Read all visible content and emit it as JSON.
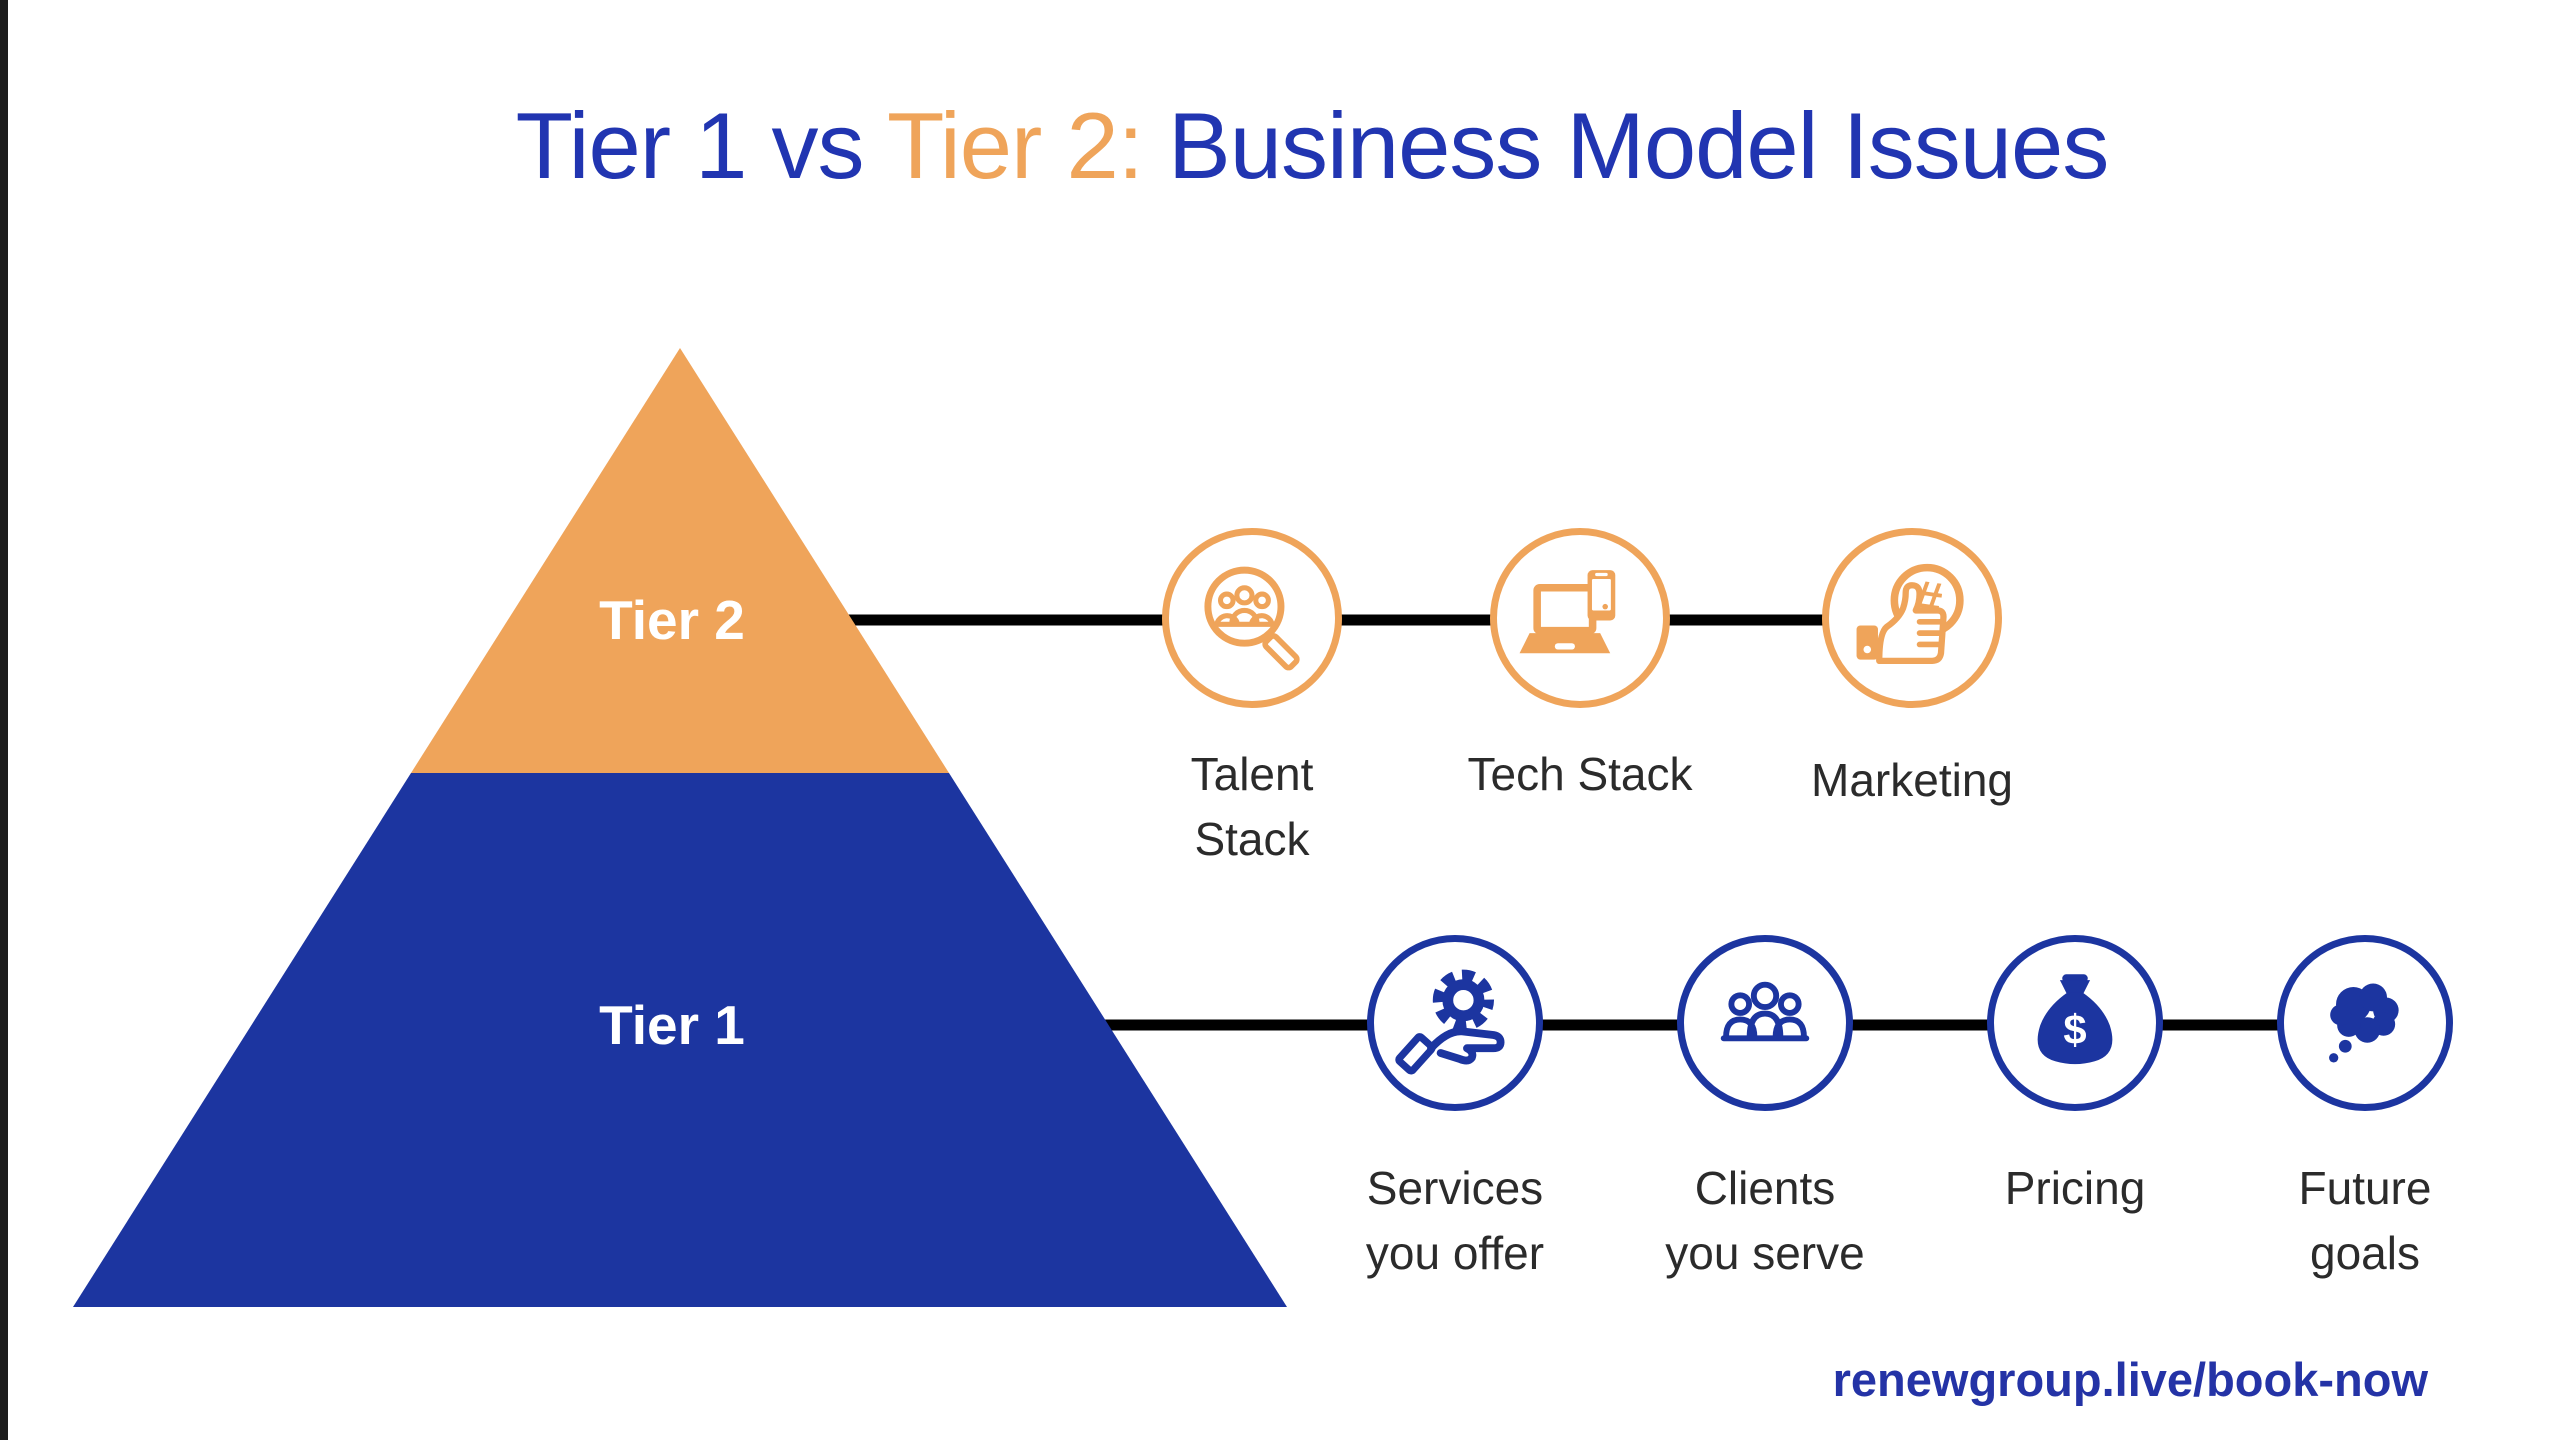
{
  "title": {
    "blue_prefix": "Tier 1 vs ",
    "orange_segment": "Tier 2:",
    "blue_suffix": " Business Model Issues"
  },
  "pyramid": {
    "tier2_label": "Tier 2",
    "tier1_label": "Tier 1"
  },
  "tier2_row": [
    {
      "icon": "magnifying-glass-people-icon",
      "line1": "Talent",
      "line2": "Stack"
    },
    {
      "icon": "laptop-phone-icon",
      "line1": "Tech Stack",
      "line2": ""
    },
    {
      "icon": "thumbs-up-hashtag-icon",
      "line1": "Marketing",
      "line2": "",
      "glyph": "#"
    }
  ],
  "tier1_row": [
    {
      "icon": "hand-gear-icon",
      "line1": "Services",
      "line2": "you offer"
    },
    {
      "icon": "people-group-icon",
      "line1": "Clients",
      "line2": "you serve"
    },
    {
      "icon": "money-bag-icon",
      "line1": "Pricing",
      "line2": "",
      "badge": "$"
    },
    {
      "icon": "thought-cloud-icon",
      "line1": "Future",
      "line2": "goals"
    }
  ],
  "footer": {
    "booking_url": "renewgroup.live/book-now"
  },
  "colors": {
    "orange": "#efa45a",
    "blue": "#1c35a0",
    "title_blue": "#2135b1",
    "url_blue": "#2433a6",
    "label_dark": "#2b2b2b",
    "connector_black": "#000000",
    "window_edge": "#1d1d1d"
  }
}
